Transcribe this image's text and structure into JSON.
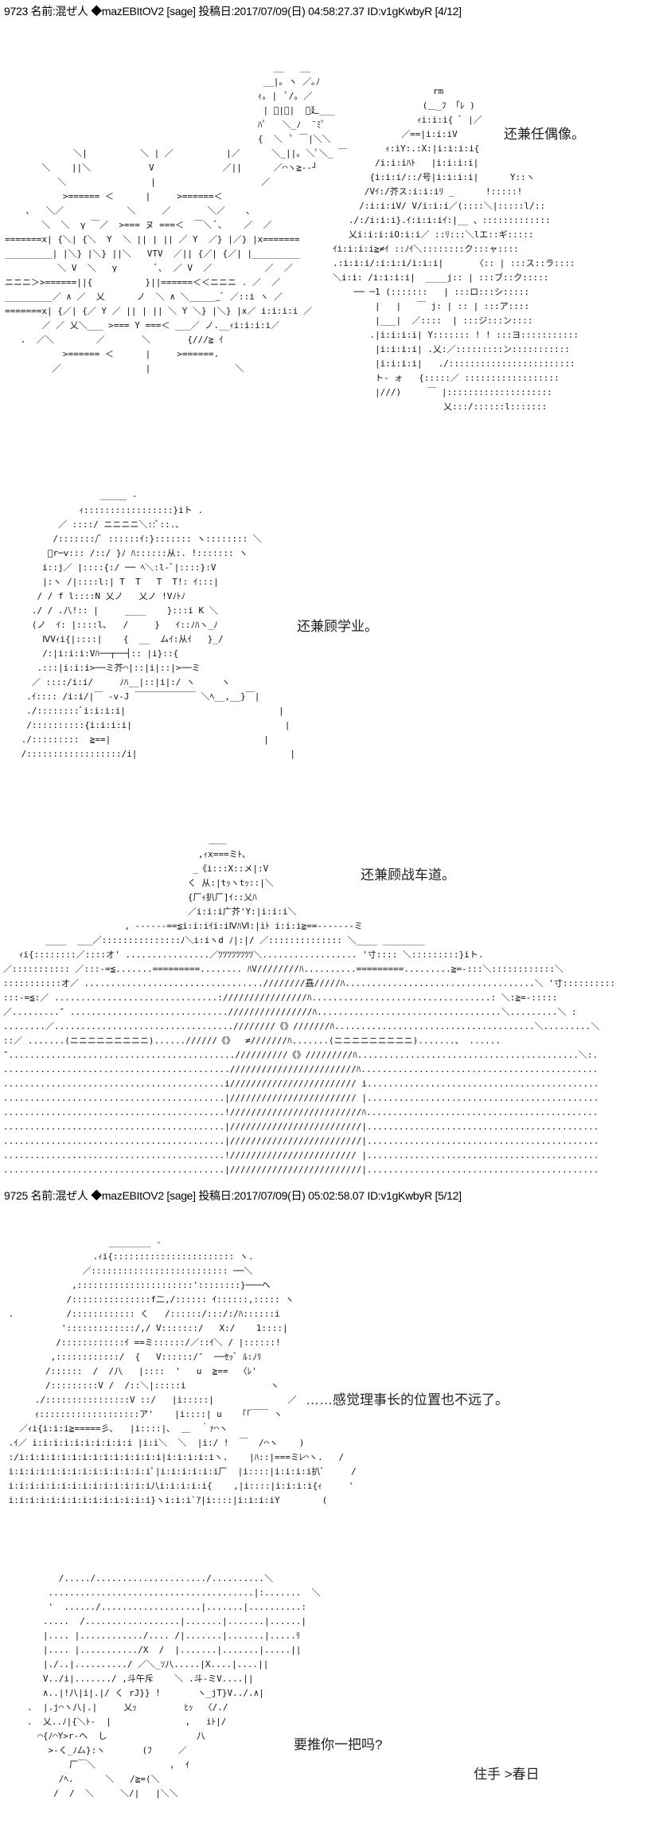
{
  "posts": [
    {
      "header": "9723 名前:混ぜ人 ◆mazEBItOV2 [sage] 投稿日:2017/07/09(日) 04:58:27.37 ID:v1gKwbyR [4/12]",
      "lines": [
        "还兼任偶像。",
        "还兼顾学业。",
        "还兼顾战车道。"
      ]
    },
    {
      "header": "9725 名前:混ぜ人 ◆mazEBItOV2 [sage] 投稿日:2017/07/09(日) 05:02:58.07 ID:v1gKwbyR [5/12]",
      "lines": [
        "……感觉理事长的位置也不远了。",
        "要推你一把吗?",
        "住手 >春日"
      ]
    }
  ],
  "art": {
    "fireworks": [
      "                                                   __   __",
      "                                                 __|｡ ヽ ／｡ﾉ",
      "                                                ｨ｡ |  ﾟ/｡ ／",
      "                                                 | ﾟ|ﾟ|  ｡廴___",
      "                                                ﾊﾟ   ＼_ﾉ  ¨ﾐﾟ",
      "                                                {  ＼  ﾟ ￣|＼＼",
      "             ＼|          ＼ | ／          |／      ＼_||｡ ＼ﾟ＼_ ￣",
      "       ＼    ||＼           V             ／||      ／⌒ヽ≧--┘",
      "          ＼                |                    ／",
      "           >====== ＜      |     >======＜",
      "    ､   ＼／            ＼     ／       ＼／    ､",
      "       ＼  ＼  γ ￣／  >=== ヌ ===＜  ￣＼ ﾞ､    ／  ／",
      "=======x| {＼| {＼  Y  ＼ || | || ／ Y  ／} |／} |x=======",
      "_________| |＼} |＼} ||＼   VTV  ／|| {／| {／| |_________",
      "          ＼ V  ＼   γ       ﾞ､  ／ V  ／          ／  ／",
      "ニニニ＞>======||{          }||======＜＜ニニニ . ／  ／",
      "_________／ ∧ ／  乂      ノ  ＼ ∧ ＼______ﾞ ／::i ヽ ／",
      "=======x| {／| {／ Y ／ || | || ＼ Y ＼} |＼} |x／ i:i:i:i ／",
      "       ／ ／ 乂＼___ >=== Y ===＜ ___／ ノ.__ｨi:i:i:i／",
      "   .  ／＼        ／       ＼       {///≧ ｲ",
      "           >====== ＜      |     >======.",
      "         ／                |                ＼"
    ],
    "idol": [
      "                   rm",
      "                 (＿_ﾌ 「ﾚ )",
      "                ｨi:i:i{ ﾞ |／",
      "             ／==|i:i:iV",
      "          ｨ:iY:.:X:|i:i:i:i{",
      "        /i:i:iﾊﾄ   |i:i:i:i|",
      "       {i:i:i/::/号|i:i:i:i|      Y::ヽ",
      "      /Vｲ:/芥ス:i:i:iﾘ _      !:::::!",
      "     /:i:i:iV/ V/i:i:i／(::::＼|:::::l/::",
      "   ./:/i:i:i}.ｲ:i:i:iｲ:|__ 、:::::::::::::",
      "   乂i:i:i:iO:i:i／ ::ﾘ:::＼lエ::ギ:::::",
      "ｲi:i:i:i≧≠ｲ ::ﾉｲ＼::::::::ク:::ャ::::",
      ".:i:i:i/:i:i:i/i:i:i|      〈:: | :::ス::ラ::::",
      "＼i:i: /i:i:i:i|  ____j:: | :::ブ::ク:::::",
      "    ── ─1 (:::::::   | :::ロ:::シ:::::",
      "        |   |   ￣ j: | :: | :::ア::::",
      "        |___|  ／::::  | :::ジ:::ン::::",
      "       .|i:i:i:i| Y::::::: ! ! :::ヨ:::::::::::",
      "        |i:i:i:i| .乂:／:::::::::ン:::::::::::",
      "        |i:i:i:i|   ./::::::::::::::::::::::::",
      "        ト- ォ   {:::::／ ::::::::::::::::::",
      "        |///)     ￣ |::::::::::::::::::::",
      "                     乂:::/::::::l:::::::"
    ],
    "student": [
      "                ＿＿＿ -",
      "            ｨ:::::::::::::::::}iト .",
      "        ／ ::::/ ニニニニ＼::ﾞ::.､",
      "       /:::::::/ﾞ ::::::ｲ:}::::::: ヽ:::::::: ＼",
      "      ﾞr─v::: /::/ }ﾉ ﾊ::::::从:. !::::::: ヽ",
      "     i::j／ |::::{:/ ── ﾍ＼:l-ﾞ|::::}:V",
      "     |:ヽ /|::::l:| T  T   T  T!: ｲ:::|",
      "    / / f l::::N 乂ノ   乂ノ !Vﾉﾄﾉ",
      "   ./ / .八!:: |     ____    }:::i K ＼",
      "   (ノ  ｲ: |::::l､   /     }   ｲ::ﾉﾊヽ_ﾉ",
      "     ⅣVｨi{|::::|    {  __  ムｲ:从ｲ   }_/",
      "     /:|i:i:i:Vﾊ──┬──┤:: |i}::{",
      "    .:::|i:i:i>──ミ芥⌒|::|i|::|>──ミ",
      "   ／ ::::/i:i/     ﾉﾊ__|::|i|:/ ヽ     ヽ",
      "  .ｲ:::: /i:i/|￣ -v-J ￣￣￣￣￣￣￣ ＼ﾍ__,__}￣|",
      "  ./::::::::ﾞi:i:i:i|                             |",
      "  /::::::::::{i:i:i:i|                             |",
      " ./:::::::::  ≧==|                             |",
      " /::::::::::::::::::/i|                             |"
    ],
    "tank": [
      "                                       ＿＿",
      "                                     ,ｨx===ミﾄ､",
      "                                    _《i:::X::メ|:V",
      "                                   く 从:|tｯヽtｯ::|＼",
      "                                   {厂ｨ扒厂]ｲ::乂ﾊ",
      "                                   ／i:i:i广芥'Y:|i:i:i＼",
      "                       , ------==≦i:i:iｲi:iⅣﾊⅥ:|iﾄ i:i:i≧==-------ミ",
      "        ____  ___／:::::::::::::::ﾉ＼i:iヽd ﾉ|:|/ ／:::::::::::::: ＼____ ________",
      "   ｨi{::::::::／::::オ' ................／ﾂﾂﾂﾂﾂﾂﾂﾂ＼.................. '寸:::: ＼:::::::::}iト.",
      "／::::::::::: ／:::-=≦.......=========........ ﾊV////////ﾊ..........=========.........≧=-:::＼::::::::::::＼",
      ":::::::::::オ／ ..................................////////嚞/////ﾊ....................................＼ '寸::::::::::",
      ":::-=≦:／ ...............................:////////////////ﾊ..................................: ＼:≧=-:::::",
      "／.........″ ..............................////////////////ﾊ...................................＼.........＼ :",
      "........／..................................////////《》///////ﾊ......................................＼.........＼",
      "::／ .......(ニニニニニニニニニ)......//////《》  ≠///////ﾊ.......(ニニニニニニニニニ).......、 ......",
      "″...........................................//////////《》/////////ﾊ..........................................＼:.",
      "...........................................////////////////////////ﾊ.............................................",
      "..........................................i//////////////////////// i............................................",
      "..........................................|//////////////////////// |............................................",
      "..........................................!/////////////////////////ﾊ............................................",
      "..........................................|/////////////////////////|............................................",
      "..........................................|/////////////////////////|............................................",
      "..........................................!//////////////////////// |............................................",
      "..........................................|/////////////////////////|............................................"
    ],
    "chairman": [
      "                    ________ -",
      "                 .ｨi{::::::::::::::::::::::: ヽ.",
      "               ／:::::::::::::::::::::::::: ──＼",
      "             ,::::::::::::::::::::::'::::::::}───ヘ",
      "            /:::::::::::::::f二,/:::::: ｲ::::::,::::: ヽ",
      " .          /:::::::::::: く   /::::::/:::/:/ﾊ::::::i",
      "           ':::::::::::::/,/ V:::::::/   X:/    1::::|",
      "          /::::::::::::ｲ ==ミ::::::/／::ｲ＼ / |::::::!",
      "         ,::::::::::::/  {   V::::::/″  ──ｾｯﾞ ﾙ:ﾉﾘ",
      "        /::::::  /  /八   |::::  '   u  ≧==  〈ﾚ'",
      "        /:::::::::V /  /::＼|:::::i                ヽ",
      "      ./::::::::::::::::V ::/   |i:::::|              ／",
      "      ｨ:::::::::::::::::::ア'    |i::::| u   「「￣￣ ヽ",
      "   ／ｨi{i:i:i≧=====彡､   |i::::|､  ＿  ｀ｧ⌒ヽ",
      " .ｲ／ i:i:i:i:i:i:i:i:i:i |i:i＼  ＼  |i:/ !  ￣  /⌒ヽ    )",
      " :/i:i:i:i:i:i:i:i:i:i:i:i:i:i|i:i:i:i:iヽ.    |ﾊ::|===ミﾚ⌒ヽ.   /",
      " i:i:i:i:i:i:i:i:i:i:i:i:i:iﾟ|i:i:i:i:i:i厂  |i::::|i:i:i:i扒ﾞ     /",
      " i:i:i:i:i:i:i:i:i:i:i:i:i:i八i:i:i:i:i{    ,|i::::|i:i:i:i{ｨ     '",
      " i:i:i:i:i:i:i:i:i:i:i:i:i:i}ヽi:i:i`ｱ|i::::|i:i:i:iY        ("
    ],
    "haruhi": [
      "      /...../...................../..........＼",
      "    .......................................|:.......  ＼",
      "    '  ....../...................|.......|..........:",
      "   .....  /..................|.......|.......|......|",
      "   |.... |............/.... /|.......|.......|.....ﾘ",
      "   |.... |.........../X  /  |.......|.......|.....||",
      "   |./..|........../ ／＼_ｿ八.....|X....|....||",
      "   V../i|......./ ,斗午斥    ＼ .斗-ミV....||",
      "   ∧..|!八|i|.|/ く rJ}} !       ヽ_jT}V../.∧|",
      ".  |.j⌒ヽ八|.|     乂ｯ         ﾋｯ  〈/./",
      ".  乂..ﾉ|{＼ﾄ-  |              ,   iﾄ|/",
      "  ⌒{ﾉ⌒Y>r-ヘ  し                 八",
      "    >-く_ﾉ厶}:ヽ       (ﾌ     ／",
      "        厂￣＼              ,  ｲ",
      "      /ﾍ.      ＼   /≧=(＼",
      "     /  /  ＼     ＼/|   |＼＼"
    ]
  }
}
